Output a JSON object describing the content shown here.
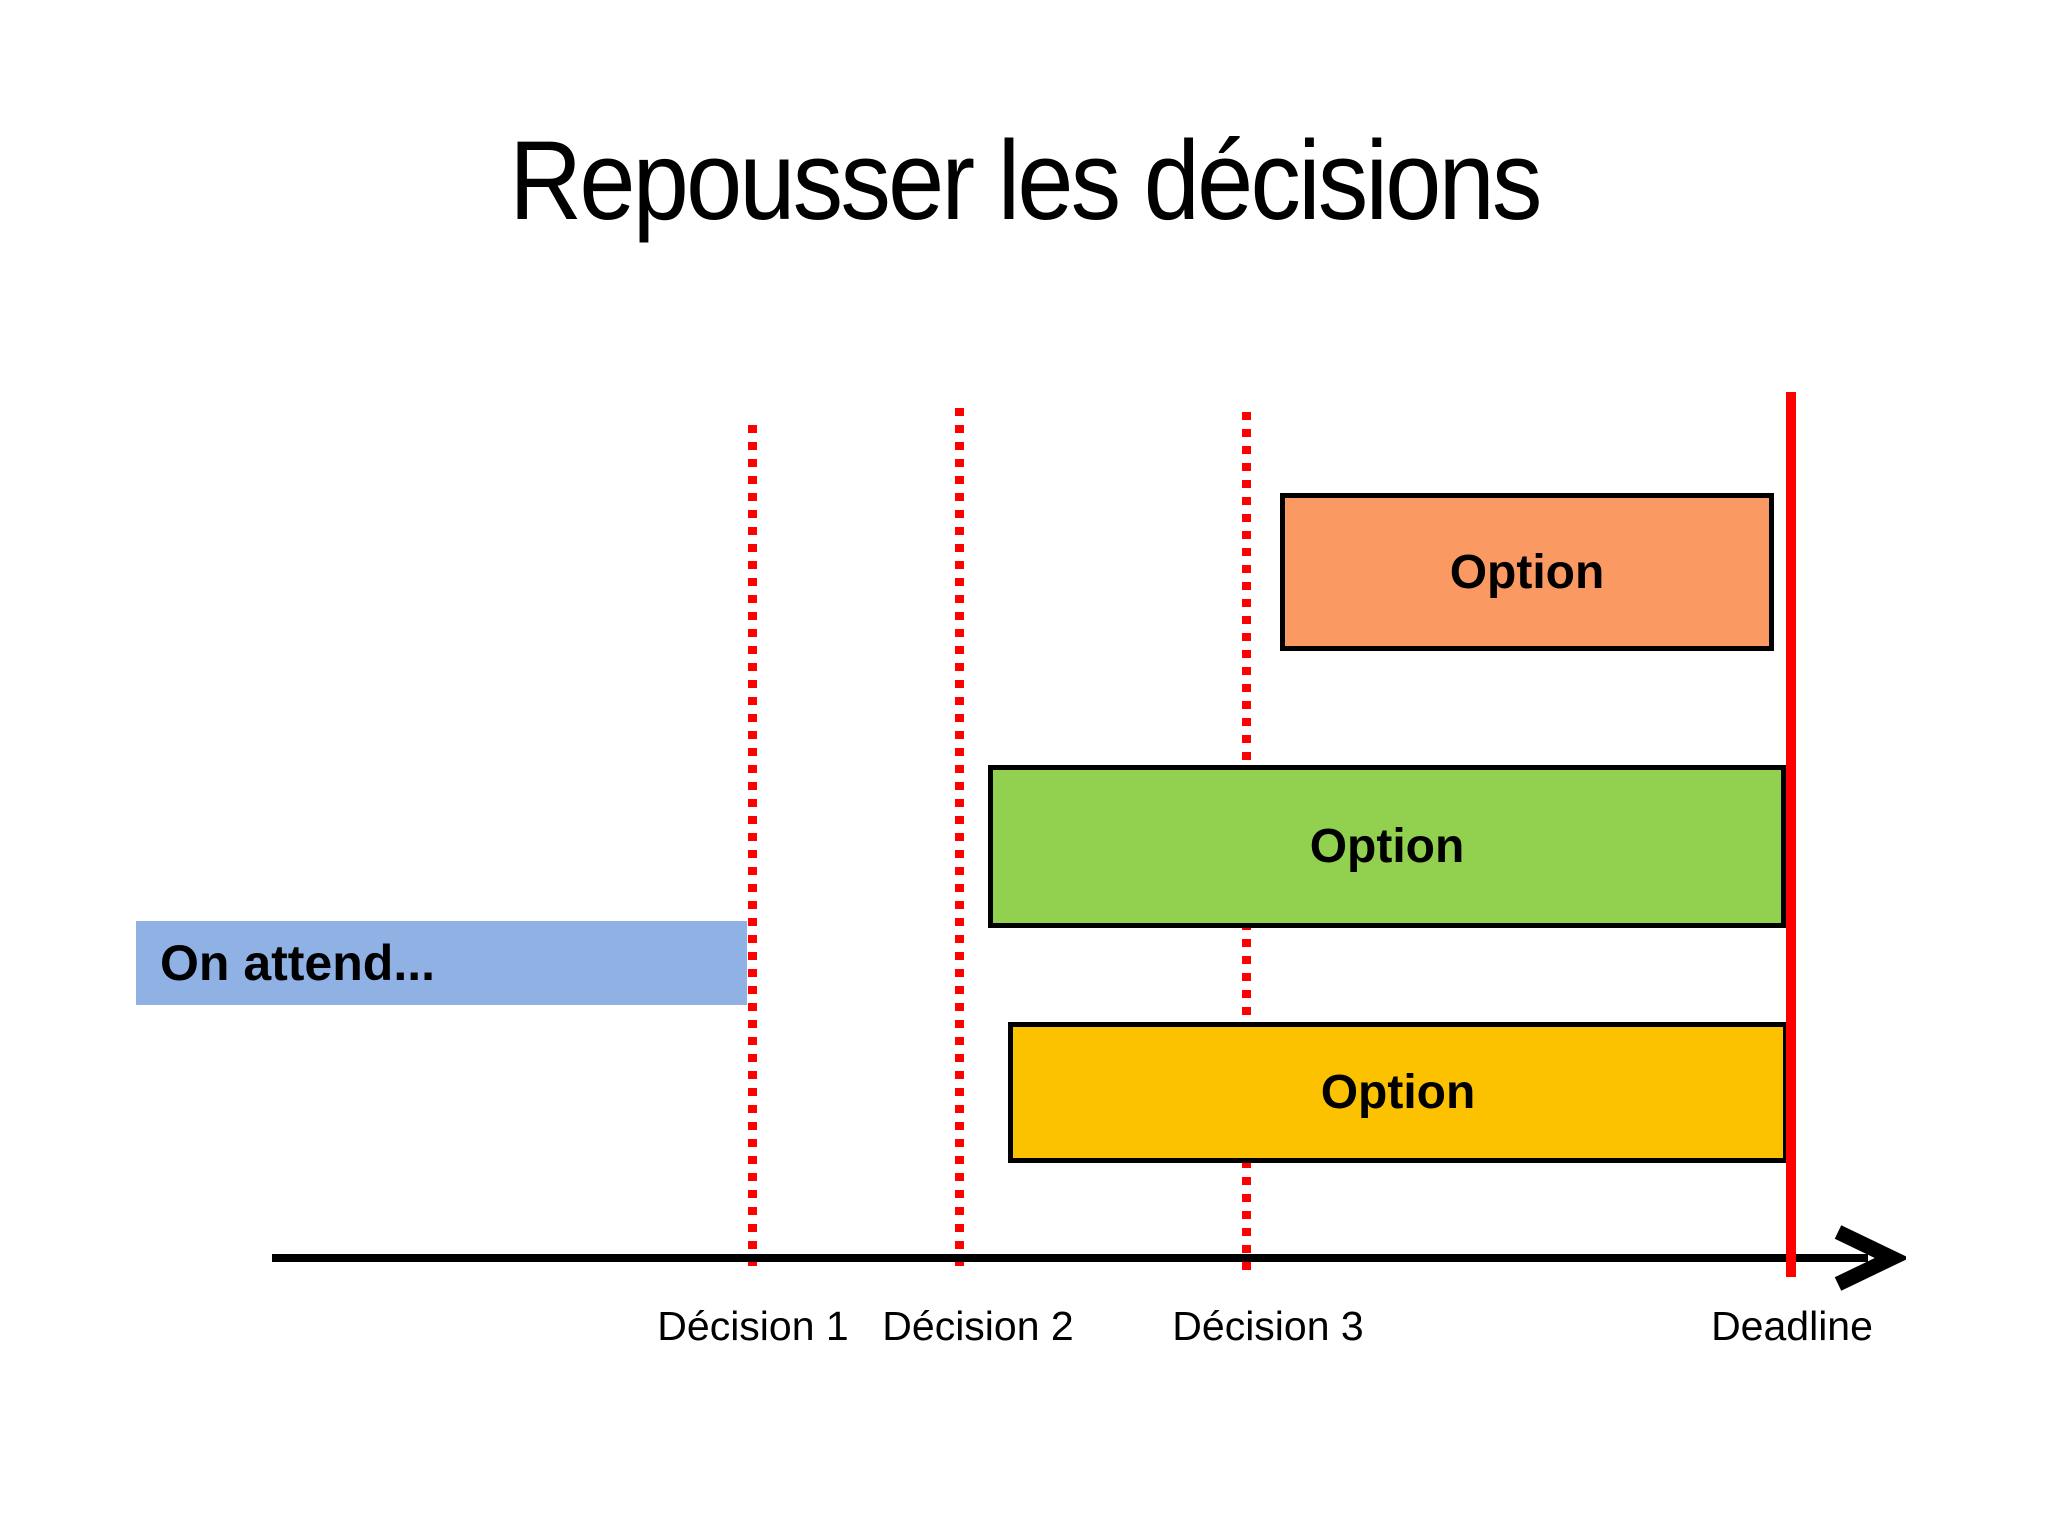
{
  "slide": {
    "title": "Repousser les décisions",
    "background": "#FFFFFF"
  },
  "waiting_bar": {
    "label": "On attend...",
    "fill": "#8FB1E3"
  },
  "option_bars": [
    {
      "label": "Option",
      "fill": "#FA9A62"
    },
    {
      "label": "Option",
      "fill": "#92D050"
    },
    {
      "label": "Option",
      "fill": "#FCC200"
    }
  ],
  "timeline": {
    "axis_color": "#000000",
    "decision_line_color": "#FF0000",
    "deadline_line_color": "#FF0000",
    "labels": {
      "decision1": "Décision 1",
      "decision2": "Décision 2",
      "decision3": "Décision 3",
      "deadline": "Deadline"
    }
  }
}
